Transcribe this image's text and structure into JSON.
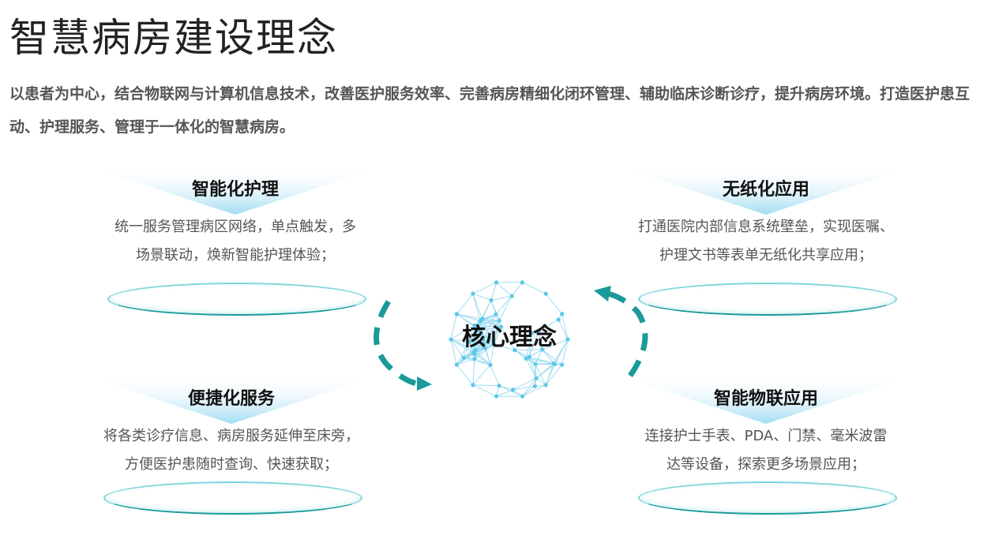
{
  "header": {
    "title": "智慧病房建设理念",
    "intro": "以患者为中心，结合物联网与计算机信息技术，改善医护服务效率、完善病房精细化闭环管理、辅助临床诊断诊疗，提升病房环境。打造医护患互动、护理服务、管理于一体化的智慧病房。"
  },
  "center": {
    "label": "核心理念"
  },
  "quadrants": [
    {
      "title": "智能化护理",
      "lines": [
        "统一服务管理病区网络，单点触发，多",
        "场景联动，焕新智能护理体验；"
      ]
    },
    {
      "title": "无纸化应用",
      "lines": [
        "打通医院内部信息系统壁垒，实现医嘱、",
        "护理文书等表单无纸化共享应用；"
      ]
    },
    {
      "title": "便捷化服务",
      "lines": [
        "将各类诊疗信息、病房服务延伸至床旁，",
        "方便医护患随时查询、快速获取；"
      ]
    },
    {
      "title": "智能物联应用",
      "lines": [
        "连接护士手表、PDA、门禁、毫米波雷",
        "达等设备，探索更多场景应用；"
      ]
    }
  ],
  "colors": {
    "accent": "#1a9a9a",
    "triangle": "#9fdcf2",
    "node": "#5cc8e8"
  }
}
